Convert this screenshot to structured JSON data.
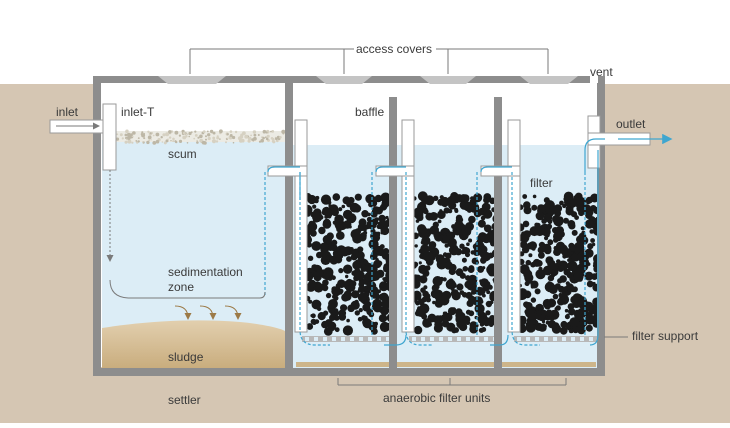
{
  "labels": {
    "access_covers": "access covers",
    "vent": "vent",
    "inlet": "inlet",
    "inlet_t": "inlet-T",
    "baffle": "baffle",
    "outlet": "outlet",
    "scum": "scum",
    "filter": "filter",
    "sedimentation": "sedimentation",
    "zone": "zone",
    "filter_support": "filter support",
    "sludge": "sludge",
    "settler": "settler",
    "anaerobic_filter_units": "anaerobic filter units"
  },
  "colors": {
    "ground": "#d5c6b3",
    "tank_wall": "#8d8d8d",
    "water": "#dcedf6",
    "sludge": "#d2b88e",
    "flow_arrow": "#3fa6d0",
    "filter_media": "#1a1a1a",
    "cover": "#c4c4c4"
  }
}
